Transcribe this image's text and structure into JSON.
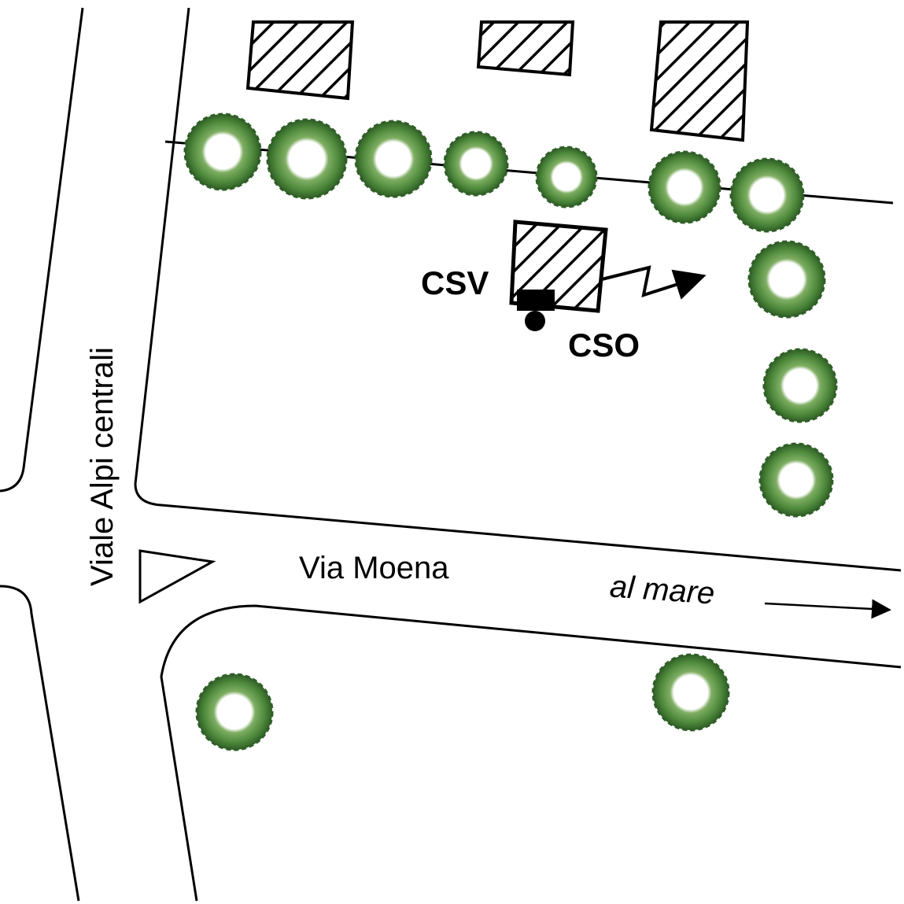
{
  "streets": {
    "vertical": "Viale Alpi centrali",
    "horizontal": "Via Moena",
    "direction": "al mare"
  },
  "markers": {
    "csv": "CSV",
    "cso": "CSO"
  },
  "colors": {
    "tree": "#4f8a3c",
    "tree_dark": "#2f5e26",
    "line": "#000000"
  }
}
